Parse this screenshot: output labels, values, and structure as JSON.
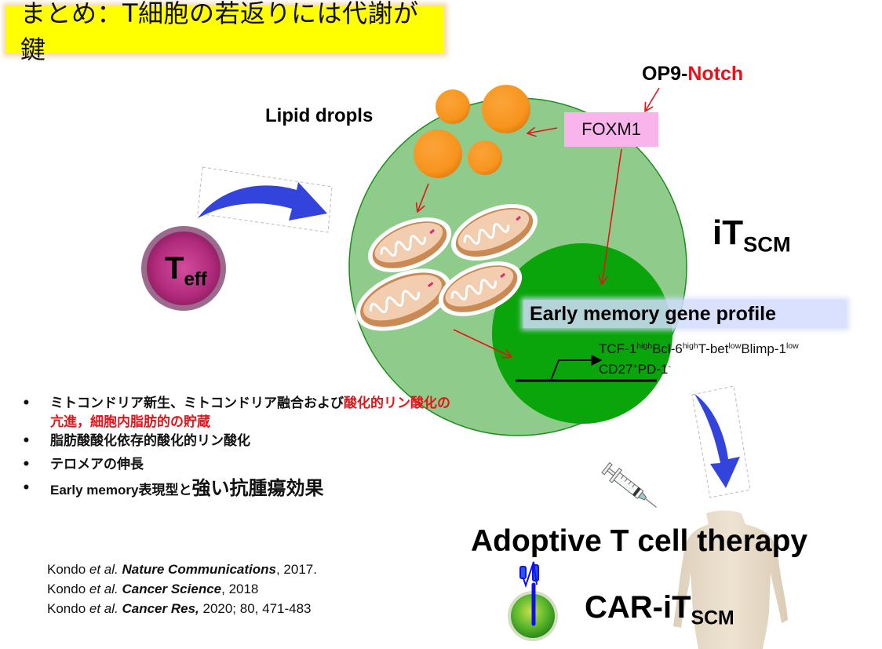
{
  "title": "まとめ：T細胞の若返りには代謝が鍵",
  "colors": {
    "title_bg": "#ffff00",
    "cell_fill": "#8fcc8c",
    "cell_stroke": "#1a8c1a",
    "nucleus_fill": "#0aa50a",
    "lipid": "#f7941d",
    "foxm1_bg": "#f9b4ec",
    "arrow_red": "#e8121a",
    "arrow_blue": "#3344dd",
    "teff_fill": "#a3206e",
    "gene_profile_bg": "#d2dcff"
  },
  "labels": {
    "op9_prefix": "OP9-",
    "op9_notch": "Notch",
    "lipid_droplets": "Lipid dropls",
    "foxm1": "FOXM1",
    "itscm_main": "iT",
    "itscm_sub": "SCM",
    "gene_profile": "Early memory gene profile",
    "teff_main": "T",
    "teff_sub": "eff",
    "adoptive": "Adoptive T cell therapy",
    "car_main": "CAR-iT",
    "car_sub": "SCM"
  },
  "markers": {
    "line1": [
      {
        "text": "TCF-1",
        "sup": "high"
      },
      {
        "text": "Bcl-6",
        "sup": "high"
      },
      {
        "text": "T-bet",
        "sup": "low"
      },
      {
        "text": "Blimp-1",
        "sup": "low"
      }
    ],
    "line2": [
      {
        "text": "CD27",
        "sup": "+"
      },
      {
        "text": "PD-1",
        "sup": "-"
      }
    ]
  },
  "bullets": [
    {
      "black": "ミトコンドリア新生、ミトコンドリア融合および",
      "red": "酸化的リン酸化の亢進，細胞内脂肪的の貯蔵"
    },
    {
      "black": "脂肪酸酸化依存的酸化的リン酸化"
    },
    {
      "black": "テロメアの伸長"
    },
    {
      "latin": "Early memory",
      "black": "表現型と",
      "emph": "強い抗腫瘍効果"
    }
  ],
  "references": [
    {
      "author": "Kondo ",
      "etal": "et al.",
      "journal": "Nature Communications",
      "rest": ", 2017."
    },
    {
      "author": "Kondo ",
      "etal": "et al.",
      "journal": "Cancer Science",
      "rest": ", 2018"
    },
    {
      "author": "Kondo ",
      "etal": "et al.",
      "journal": "Cancer Res,",
      "rest": " 2020; 80, 471-483"
    }
  ],
  "icons": [
    "curved-arrow-icon",
    "curved-arrow-down-icon",
    "syringe-icon",
    "human-body-icon",
    "car-receptor-icon",
    "mitochondria-icon",
    "lipid-droplet-icon",
    "promoter-arrow-icon"
  ]
}
